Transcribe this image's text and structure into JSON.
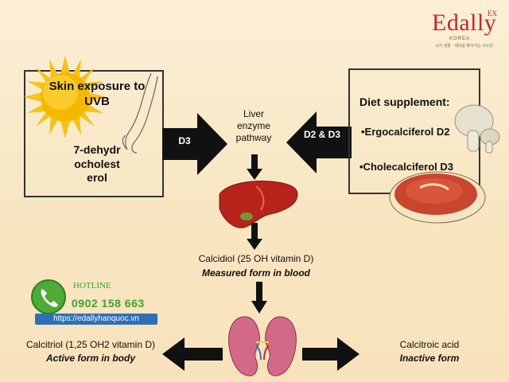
{
  "brand": {
    "name": "Edally",
    "suffix": "EX",
    "country": "KOREA",
    "tagline": "시지 생활 · 재미를 찾아가는 사소한"
  },
  "skin_box": {
    "title": "Skin exposure to UVB",
    "precursor": "7-dehydrocholesterol"
  },
  "diet_box": {
    "title": "Diet supplement:",
    "item1": "•Ergocalciferol D2",
    "item2": "•Cholecalciferol D3"
  },
  "liver": {
    "label": "Liver enzyme pathway"
  },
  "arrows": {
    "from_skin": "D3",
    "from_diet": "D2 & D3"
  },
  "calcidiol": {
    "name": "Calcidiol (25 OH vitamin D)",
    "note": "Measured form in blood"
  },
  "calcitriol": {
    "name": "Calcitriol (1,25 OH2 vitamin D)",
    "note": "Active form in body"
  },
  "calcitroic": {
    "name": "Calcitroic acid",
    "note": "Inactive form"
  },
  "hotline": {
    "label": "HOTLINE",
    "phone": "0902 158 663",
    "url": "https://edallyhanquoc.vn"
  },
  "colors": {
    "brand_red": "#c0272d",
    "arrow": "#111111",
    "hotline_green": "#3fa232"
  }
}
